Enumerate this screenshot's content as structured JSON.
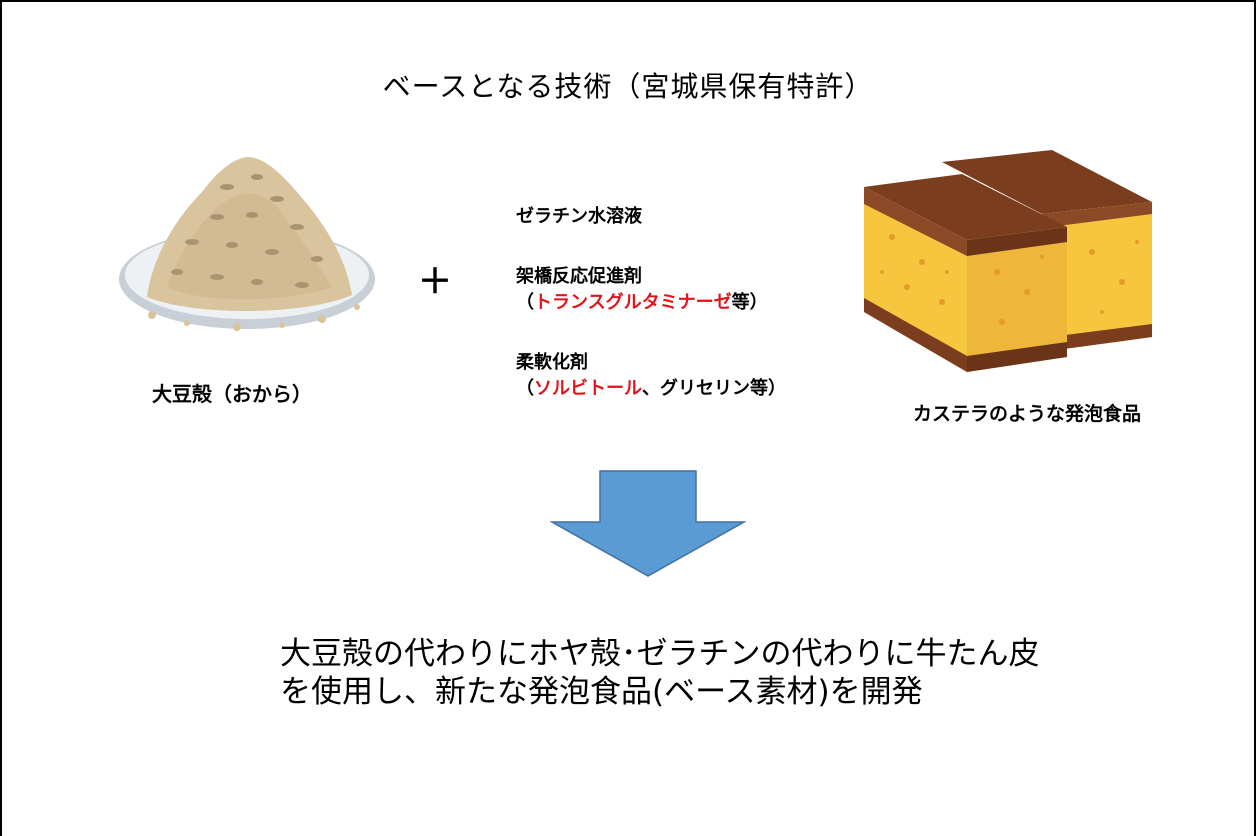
{
  "title": "ベースとなる技術（宮城県保有特許）",
  "left": {
    "image_icon": "okara-plate-illustration",
    "label": "大豆殻（おから）"
  },
  "plus_sign": "＋",
  "ingredients": [
    {
      "name": "ゼラチン水溶液"
    },
    {
      "name": "架橋反応促進剤",
      "detail_open": "（",
      "detail_highlight": "トランスグルタミナーゼ",
      "detail_rest": "等）"
    },
    {
      "name": "柔軟化剤",
      "detail_open": "（",
      "detail_highlight": "ソルビトール",
      "detail_rest": "、グリセリン等）"
    }
  ],
  "right": {
    "image_icon": "castella-cake-illustration",
    "label": "カステラのような発泡食品"
  },
  "arrow_icon": "down-arrow-icon",
  "result": {
    "line1": "大豆殻の代わりにホヤ殻･ゼラチンの代わりに牛たん皮",
    "line2": "を使用し、新たな発泡食品(ベース素材)を開発"
  },
  "colors": {
    "highlight": "#e0141a",
    "arrow": "#5b9bd5",
    "castella_crust": "#7a3d1e",
    "castella_sponge": "#f6c63f",
    "okara": "#d9c49e",
    "plate": "#dfe3e8"
  }
}
